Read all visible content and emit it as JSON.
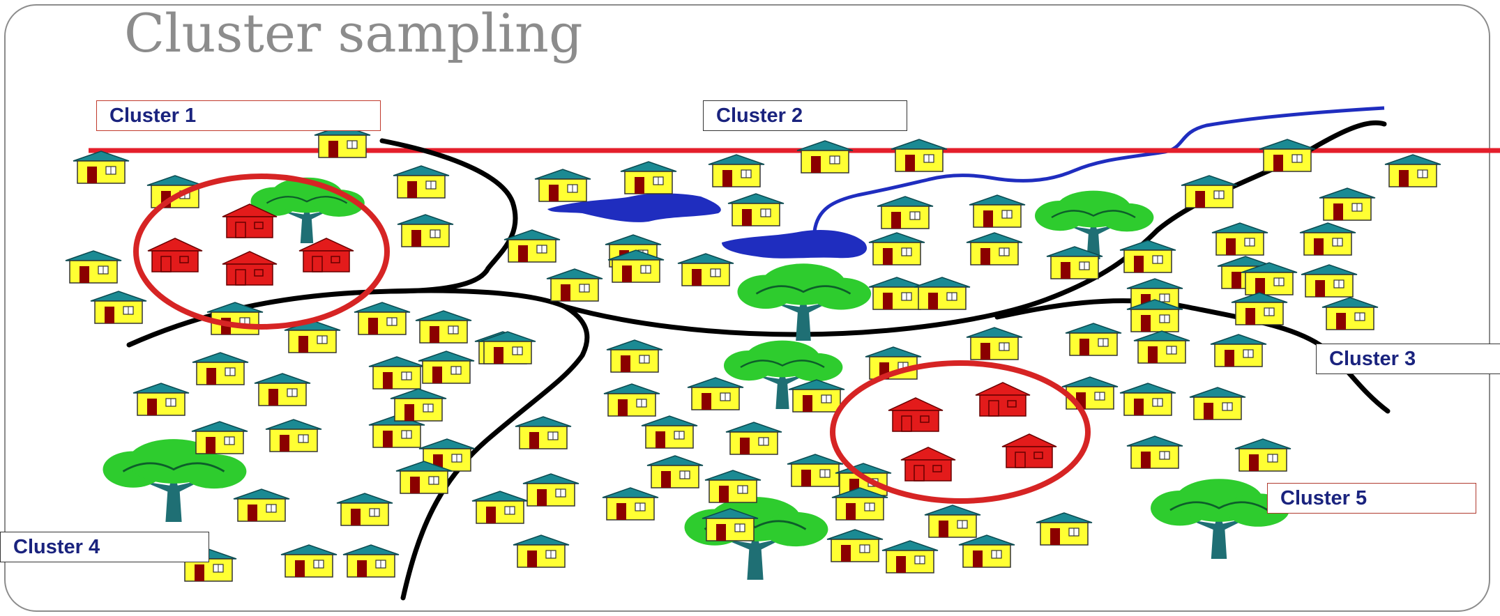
{
  "title": "Cluster sampling",
  "labels": {
    "cluster1": "Cluster 1",
    "cluster2": "Cluster 2",
    "cluster3": "Cluster 3",
    "cluster4": "Cluster 4",
    "cluster5": "Cluster 5"
  },
  "colors": {
    "boundary": "#000000",
    "highlight_line": "#e41e2b",
    "sample_circle": "#d62424",
    "river": "#1f2dbf",
    "house_wall": "#ffff33",
    "house_roof": "#1b8a93",
    "house_door": "#8b0000",
    "sampled_house": "#e31b1b",
    "tree_leaves": "#2ecc2e",
    "tree_trunk": "#1f6f74"
  },
  "icons": [
    "house-icon",
    "sampled-house-icon",
    "tree-icon",
    "lake-icon",
    "river-icon"
  ]
}
